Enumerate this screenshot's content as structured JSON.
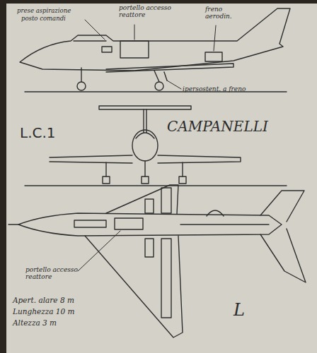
{
  "diagram": {
    "labels": [
      "prese aspirazione",
      "posto comandi",
      "portello accesso reattore",
      "freno aerodin.",
      "ipersostent. a freno",
      "L.C.1",
      "CAMPANELLI",
      "portello accesso reattore",
      "Apert. alare 8 m",
      "Lunghezza 10 m",
      "Altezza 3 m",
      "L"
    ]
  }
}
